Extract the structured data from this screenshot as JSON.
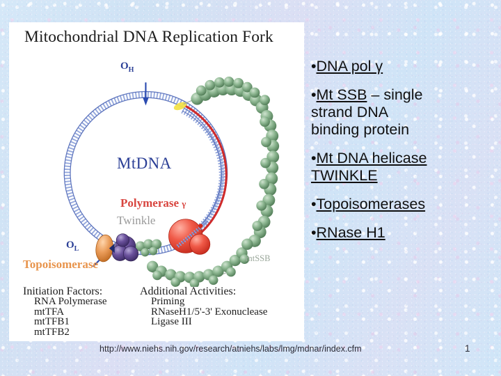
{
  "slide": {
    "background_color": "#cfe3f5",
    "page_number": "1",
    "footer_url": "http://www.niehs.nih.gov/research/atniehs/labs/lmg/mdnar/index.cfm"
  },
  "figure": {
    "title": "Mitochondrial DNA Replication Fork",
    "panel_background": "#ffffff",
    "labels": {
      "mtdna": "MtDNA",
      "mtdna_color": "#2b3f96",
      "polymerase": "Polymerase",
      "polymerase_gamma": "γ",
      "polymerase_color": "#d8453f",
      "twinkle": "Twinkle",
      "twinkle_color": "#9b9b9b",
      "topoisomerase": "Topoisomerase",
      "topoisomerase_color": "#e8944c",
      "mtssb": "mtSSB",
      "mtssb_color": "#9aa79a",
      "origin_heavy": "O",
      "origin_heavy_sub": "H",
      "origin_light": "O",
      "origin_light_sub": "L"
    },
    "lists": [
      {
        "heading": "Initiation Factors:",
        "items": [
          "RNA Polymerase",
          "mtTFA",
          "mtTFB1",
          "mtTFB2"
        ]
      },
      {
        "heading": "Additional Activities:",
        "items": [
          "Priming",
          "RNaseH1/5'-3' Exonuclease",
          "Ligase III"
        ]
      }
    ]
  },
  "bullets": [
    {
      "marker": "•",
      "lines": [
        [
          {
            "text": "DNA pol γ",
            "underline": true
          }
        ]
      ]
    },
    {
      "marker": "•",
      "lines": [
        [
          {
            "text": "Mt SSB",
            "underline": true
          },
          {
            "text": " – single",
            "underline": false
          }
        ],
        [
          {
            "text": "strand  DNA",
            "underline": false
          }
        ],
        [
          {
            "text": "binding protein",
            "underline": false
          }
        ]
      ]
    },
    {
      "marker": "•",
      "lines": [
        [
          {
            "text": "Mt DNA helicase",
            "underline": true
          }
        ],
        [
          {
            "text": "TWINKLE",
            "underline": true
          }
        ]
      ]
    },
    {
      "marker": "•",
      "lines": [
        [
          {
            "text": "Topoisomerases",
            "underline": true
          }
        ]
      ]
    },
    {
      "marker": "•",
      "lines": [
        [
          {
            "text": "RNase H1",
            "underline": true
          }
        ]
      ]
    }
  ],
  "diagram_colors": {
    "dna_blue": "#6f86c8",
    "dna_red": "#cf2b2b",
    "ssb_green": "#5f8c63",
    "ssb_green_light": "#9ec4a0",
    "topoisomerase_orange": "#e08a44",
    "twinkle_purple": "#54407e",
    "polymerase_red": "#e8402f",
    "primer_yellow": "#f2e14a"
  }
}
